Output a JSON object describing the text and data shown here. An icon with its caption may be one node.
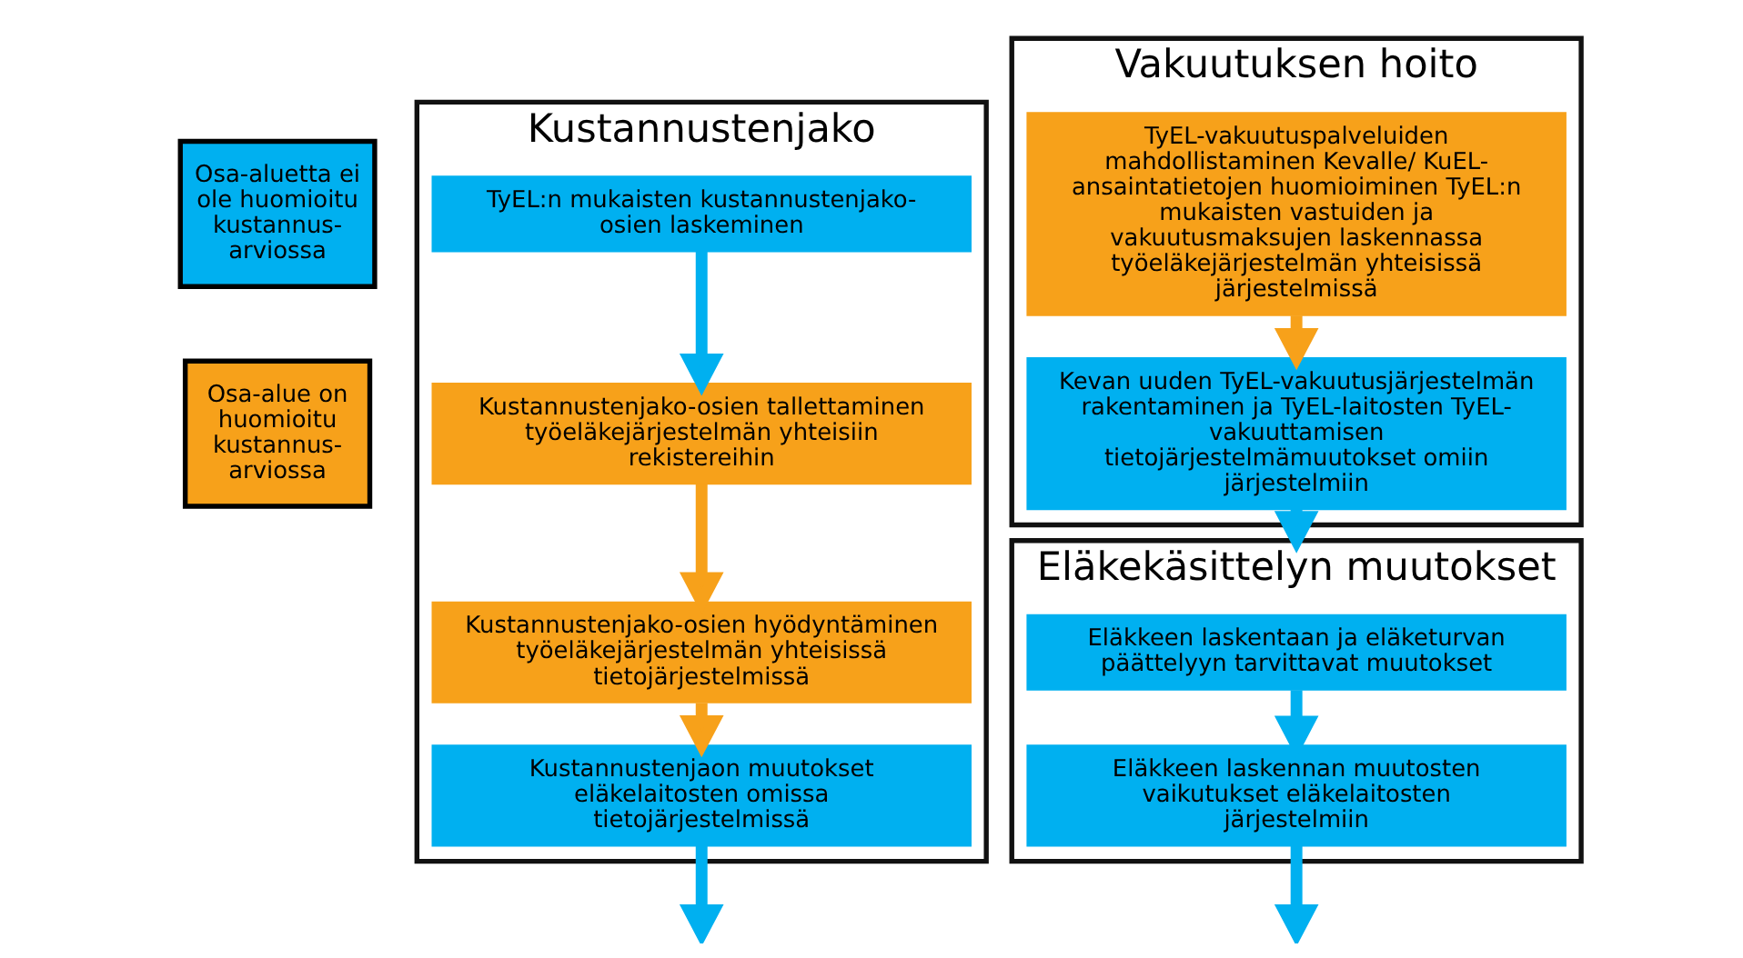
{
  "diagram": {
    "nodes": [
      {
        "text": [
          "Kustannustenjako"
        ]
      },
      {
        "text": [
          "TyEL:n mukaisten kustannustenjako-osien laskeminen"
        ],
        "in": 0
      },
      {
        "text": [
          "Kustannustenjako-osien tallettaminen työeläkejärjestelmän yhteisiin rekistereihin"
        ],
        "in": 0
      },
      {
        "text": [
          "Kustannustenjako-osien hyödyntäminen työeläkejärjestelmän yhteisissä tietojärjestelmissä"
        ],
        "in": 0
      },
      {
        "text": [
          "Kustannustenjaon muutokset eläkelaitosten omissa tietojärjestelmissä"
        ],
        "in": 0
      },
      {
        "text": [
          "Vakuutuksen hoito"
        ]
      },
      {
        "text": [
          "TyEL-vakuutuspalveluiden mahdollistaminen Kevalle/ KuEL-ansaintatietojen huomioiminen TyEL:n mukaisten vastuiden ja vakuutusmaksujen laskennassa työeläkejärjestelmän yhteisissä järjestelmissä"
        ],
        "in": 5
      },
      {
        "text": [
          "Kevan uuden TyEL-vakuutusjärjestelmän rakentaminen ja TyEL-laitosten TyEL-vakuuttamisen tietojärjestelmämuutokset omiin järjestelmiin"
        ],
        "in": 5
      },
      {
        "text": [
          "Eläkekäsittelyn muutokset"
        ]
      },
      {
        "text": [
          "Eläkkeen laskentaan ja eläketurvan päättelyyn tarvittavat muutokset"
        ],
        "in": 8
      },
      {
        "text": [
          "Eläkkeen laskennan muutosten vaikutukset eläkelaitosten järjestelmiin"
        ],
        "in": 8
      }
    ],
    "edges": [
      {
        "from": 1,
        "to": 2,
        "arrow": "to"
      },
      {
        "from": 2,
        "to": 3,
        "arrow": "to",
        "color": "#f7a11a"
      },
      {
        "from": 3,
        "to": 4,
        "arrow": "to",
        "color": "#f7a11a"
      },
      {
        "from": 4,
        "to": null,
        "arrow": "to"
      },
      {
        "from": 6,
        "to": 7,
        "arrow": "to",
        "color": "#f7a11a"
      },
      {
        "from": 7,
        "to": 8,
        "arrow": "to"
      },
      {
        "from": 9,
        "to": 10,
        "arrow": "to"
      },
      {
        "from": 10,
        "to": null,
        "arrow": "to"
      }
    ],
    "legend": [
      {
        "text": "Osa-aluetta ei ole huomioitu kustannus-arviossa",
        "color": "#00b0f0"
      },
      {
        "text": "Osa-alue on huomioitu kustannus-arviossa",
        "color": "#f7a11a"
      }
    ]
  }
}
